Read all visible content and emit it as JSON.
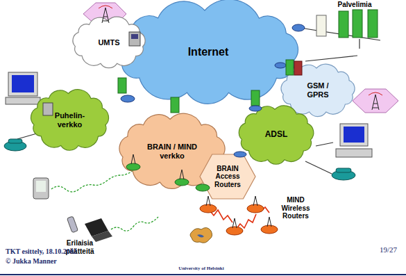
{
  "diagram": {
    "nodes": [
      {
        "text": [
          "UMTS"
        ]
      },
      {
        "text": [
          "Internet"
        ]
      },
      {
        "text": [
          "GSM / GPRS"
        ]
      },
      {
        "text": [
          "Puhelin- verkko"
        ]
      },
      {
        "text": [
          "BRAIN / MIND verkko"
        ]
      },
      {
        "text": [
          "ADSL"
        ]
      },
      {
        "text": [
          "BRAIN Access Routers"
        ]
      }
    ],
    "labels": [
      "Palvelimia",
      "MIND Wireless Routers",
      "Erilaisia päätteitä",
      "TKT esittely, 18.10.2002",
      "© Jukka Manner",
      "University of Helsinki",
      "19/27"
    ]
  }
}
